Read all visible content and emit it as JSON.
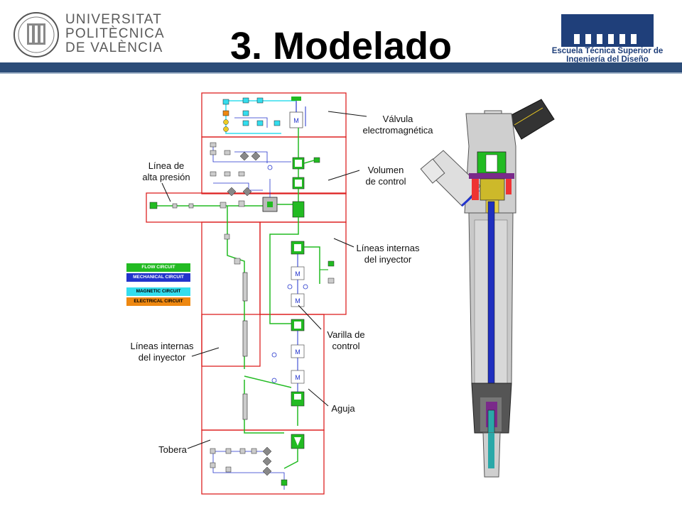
{
  "header": {
    "title": "3. Modelado",
    "upv_lines": [
      "UNIVERSITAT",
      "POLITÈCNICA",
      "DE VALÈNCIA"
    ],
    "etsid_name": "Escuela Técnica Superior de Ingeniería del Diseño"
  },
  "legend": [
    {
      "label": "FLOW CIRCUIT",
      "color": "#22bb22",
      "text_color": "#ffffff"
    },
    {
      "label": "MECHANICAL CIRCUIT",
      "color": "#2233cc",
      "text_color": "#ffffff"
    },
    {
      "label": "MAGNETIC CIRCUIT",
      "color": "#33ddee",
      "text_color": "#000000"
    },
    {
      "label": "ELECTRICAL CIRCUIT",
      "color": "#ee8811",
      "text_color": "#000000"
    }
  ],
  "callouts": {
    "valvula": [
      "Válvula",
      "electromagnética"
    ],
    "linea_alta": [
      "Línea de",
      "alta presión"
    ],
    "volumen": [
      "Volumen",
      "de control"
    ],
    "lineas_internas_right": [
      "Líneas internas",
      "del inyector"
    ],
    "lineas_internas_left": [
      "Líneas internas",
      "del inyector"
    ],
    "varilla": [
      "Varilla de",
      "control"
    ],
    "aguja": "Aguja",
    "tobera": "Tobera"
  },
  "colors": {
    "header_bar": "#2c4c78",
    "section_border": "#dd2222",
    "flow": "#22bb22",
    "mechanical": "#2233cc",
    "magnetic": "#33ddee",
    "electrical": "#ee8811"
  }
}
